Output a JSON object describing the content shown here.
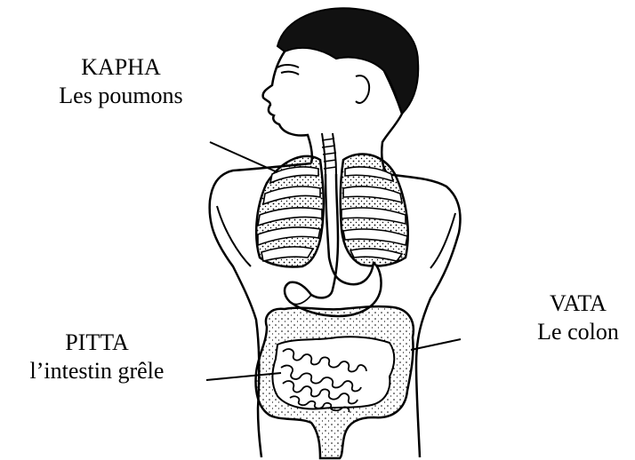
{
  "labels": {
    "kapha": {
      "dosha": "KAPHA",
      "organ": "Les poumons"
    },
    "pitta": {
      "dosha": "PITTA",
      "organ": "l’intestin grêle"
    },
    "vata": {
      "dosha": "VATA",
      "organ": "Le colon"
    }
  },
  "colors": {
    "ink": "#000000",
    "background": "#ffffff"
  }
}
